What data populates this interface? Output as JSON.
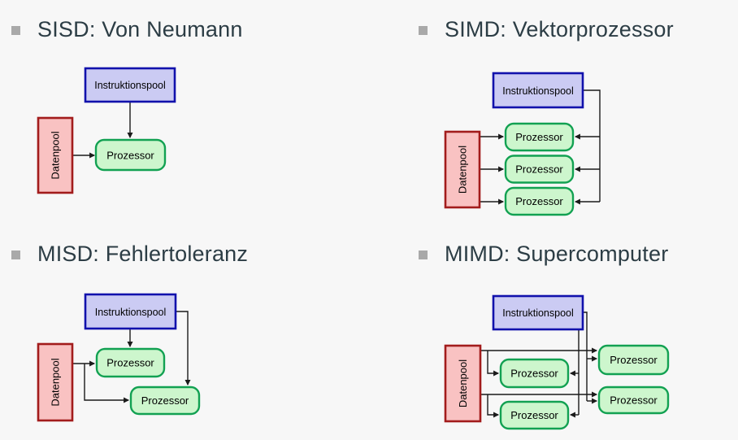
{
  "slide": {
    "kind": "flynn-taxonomy-overview"
  },
  "colors": {
    "bg": "#f7f7f7",
    "title_text": "#2c3d45",
    "bullet": "#a9a9a9",
    "blue_fill": "#cbcbf3",
    "blue_border": "#1111ac",
    "red_fill": "#f9c2c2",
    "red_border": "#a21c1c",
    "green_fill": "#cdf6cd",
    "green_border": "#12a152",
    "line": "#1a1a1a"
  },
  "quadrants": [
    {
      "key": "sisd",
      "title": "SISD: Von Neumann",
      "labels": {
        "instruction_pool": "Instruktionspool",
        "data_pool": "Datenpool",
        "processor": "Prozessor"
      },
      "processor_count": 1
    },
    {
      "key": "simd",
      "title": "SIMD: Vektorprozessor",
      "labels": {
        "instruction_pool": "Instruktionspool",
        "data_pool": "Datenpool",
        "processor": "Prozessor"
      },
      "processor_count": 3
    },
    {
      "key": "misd",
      "title": "MISD: Fehlertoleranz",
      "labels": {
        "instruction_pool": "Instruktionspool",
        "data_pool": "Datenpool",
        "processor": "Prozessor"
      },
      "processor_count": 2
    },
    {
      "key": "mimd",
      "title": "MIMD: Supercomputer",
      "labels": {
        "instruction_pool": "Instruktionspool",
        "data_pool": "Datenpool",
        "processor": "Prozessor"
      },
      "processor_count": 4
    }
  ]
}
